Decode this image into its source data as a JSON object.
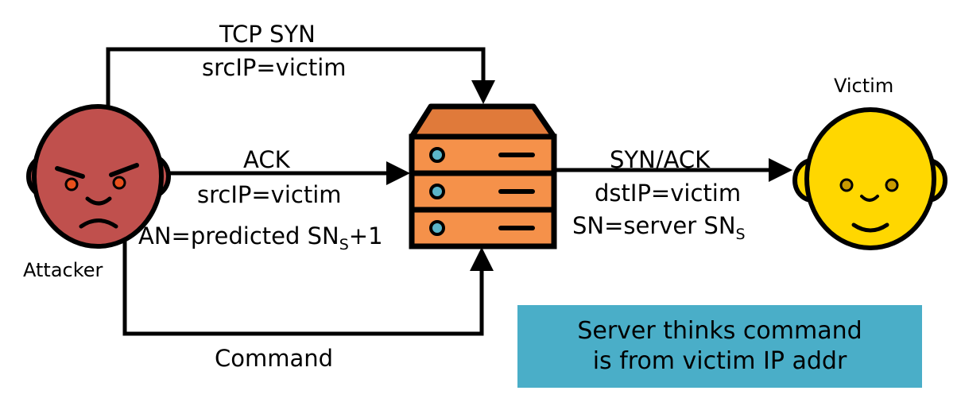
{
  "labels": {
    "tcp_syn": "TCP SYN",
    "srcip_top": "srcIP=victim",
    "ack": "ACK",
    "srcip_mid": "srcIP=victim",
    "an_prefix": "AN=predicted SN",
    "an_sub": "S",
    "an_suffix": "+1",
    "syn_ack": "SYN/ACK",
    "dstip": "dstIP=victim",
    "sn_prefix": "SN=server SN",
    "sn_sub": "S",
    "command": "Command",
    "attacker": "Attacker",
    "victim": "Victim"
  },
  "callout": {
    "line1": "Server thinks command",
    "line2": "is from victim IP addr"
  },
  "colors": {
    "attacker_face": "#c0504d",
    "attacker_eyes": "#e8501c",
    "victim_face": "#ffd700",
    "server_body": "#f5914a",
    "server_top": "#e07a3a",
    "server_led": "#5bb5c9",
    "callout_bg": "#4aaec8"
  },
  "icons": {
    "attacker": "angry-face-icon",
    "victim": "smiling-face-icon",
    "server": "server-icon"
  }
}
